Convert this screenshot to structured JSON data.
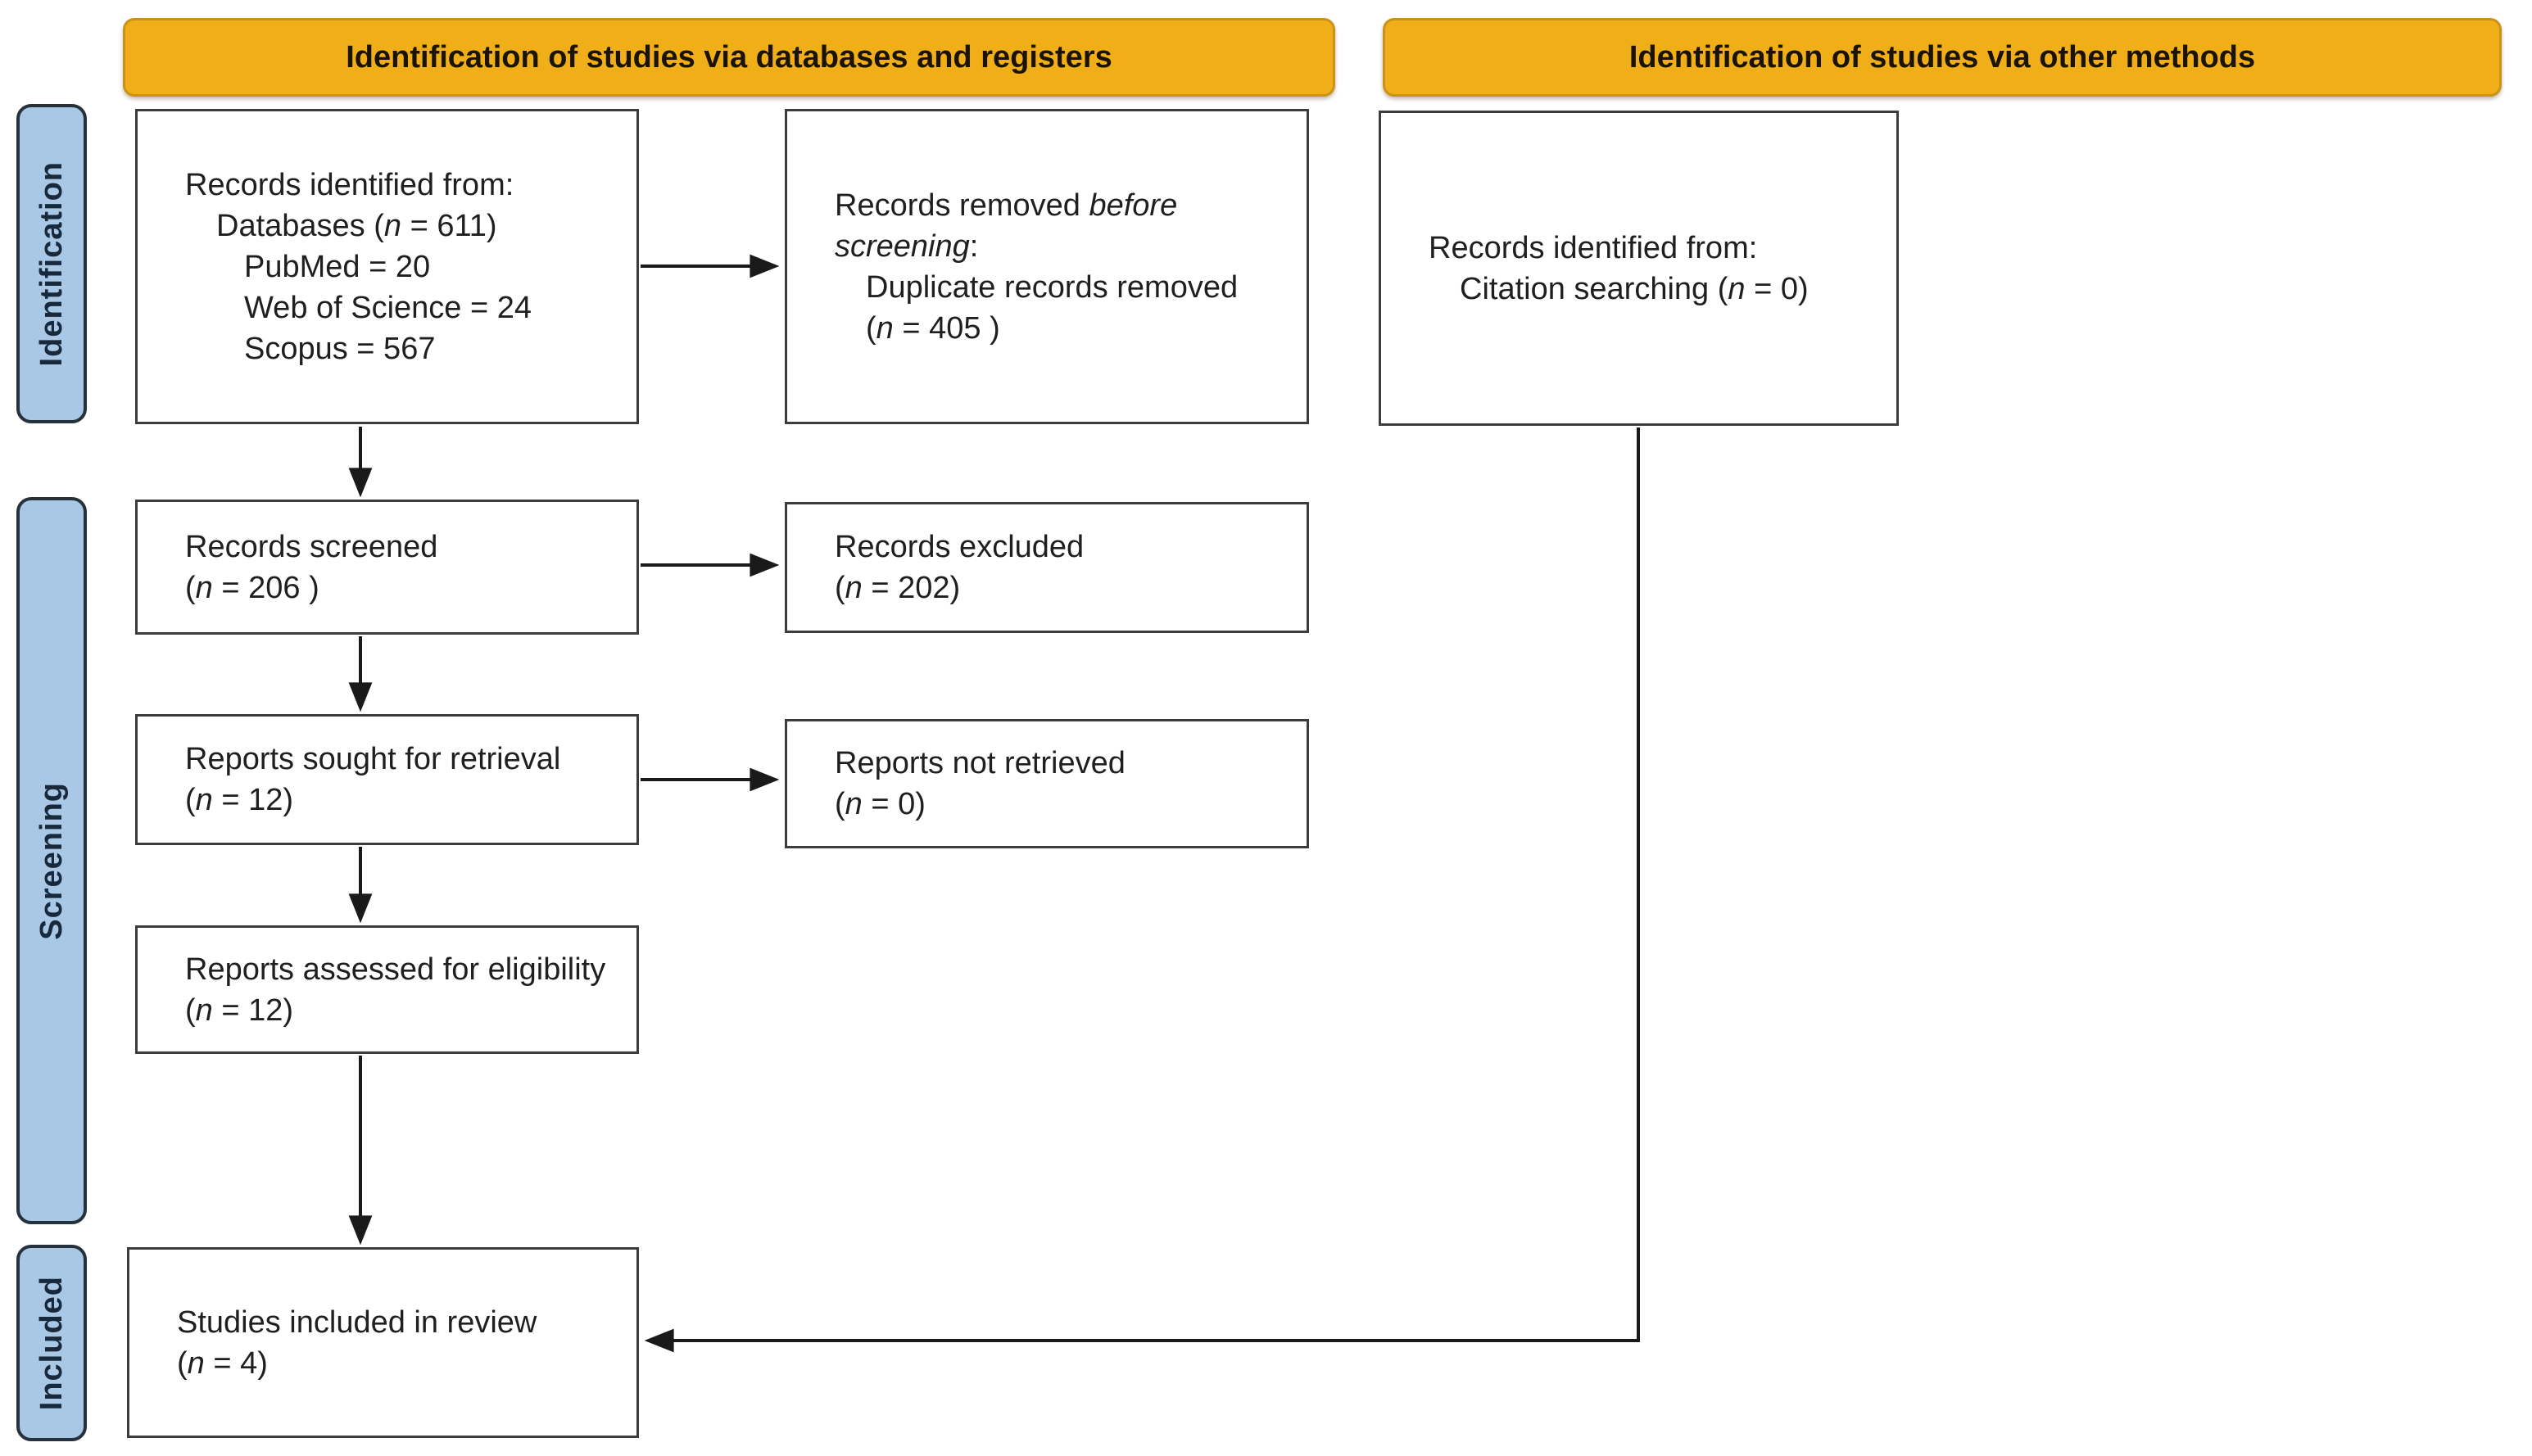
{
  "banners": {
    "databases": "Identification of studies via databases and registers",
    "other": "Identification of studies via other methods"
  },
  "stages": {
    "identification": "Identification",
    "screening": "Screening",
    "included": "Included"
  },
  "boxes": {
    "records_identified": {
      "lines": [
        {
          "t": "Records identified from:",
          "ind": 0
        },
        {
          "t": "Databases (*n* = 611)",
          "ind": 1
        },
        {
          "t": "PubMed = 20",
          "ind": 2
        },
        {
          "t": "Web of Science = 24",
          "ind": 2
        },
        {
          "t": "Scopus = 567",
          "ind": 2
        }
      ]
    },
    "records_removed": {
      "lines": [
        {
          "t": "Records removed *before*",
          "ind": 0
        },
        {
          "t": "*screening*:",
          "ind": 0
        },
        {
          "t": "Duplicate records removed",
          "ind": 1
        },
        {
          "t": "(*n* = 405 )",
          "ind": 1
        }
      ]
    },
    "citation_records": {
      "lines": [
        {
          "t": "Records identified from:",
          "ind": 0
        },
        {
          "t": "Citation searching (*n* = 0)",
          "ind": 1
        }
      ]
    },
    "records_screened": {
      "lines": [
        {
          "t": "Records screened",
          "ind": 0
        },
        {
          "t": "(*n* = 206 )",
          "ind": 0
        }
      ]
    },
    "records_excluded": {
      "lines": [
        {
          "t": "Records excluded",
          "ind": 0
        },
        {
          "t": "(*n* = 202)",
          "ind": 0
        }
      ]
    },
    "reports_sought": {
      "lines": [
        {
          "t": "Reports sought for retrieval",
          "ind": 0
        },
        {
          "t": "(*n* = 12)",
          "ind": 0
        }
      ]
    },
    "reports_not_retrieved": {
      "lines": [
        {
          "t": "Reports not retrieved",
          "ind": 0
        },
        {
          "t": "(*n* = 0)",
          "ind": 0
        }
      ]
    },
    "reports_assessed": {
      "lines": [
        {
          "t": "Reports assessed for eligibility",
          "ind": 0
        },
        {
          "t": "(*n* = 12)",
          "ind": 0
        }
      ]
    },
    "studies_included": {
      "lines": [
        {
          "t": "Studies included in review",
          "ind": 0
        },
        {
          "t": "(*n* = 4)",
          "ind": 0
        }
      ]
    }
  },
  "colors": {
    "page_bg": "#FFFFFF",
    "banner_fill": "#F0AF19",
    "banner_border": "#C8921D",
    "banner_text": "#1A1300",
    "stage_fill": "#A8C8E6",
    "stage_border": "#26313B",
    "stage_text": "#17293A",
    "box_border": "#3C3C3C",
    "box_text": "#1F1F1F",
    "arrow_color": "#1A1A1A"
  }
}
